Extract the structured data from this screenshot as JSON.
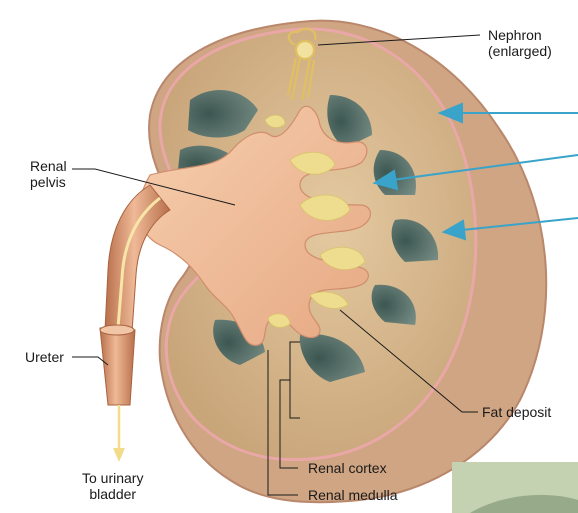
{
  "labels": {
    "nephron": "Nephron\n(enlarged)",
    "renal_pelvis": "Renal\npelvis",
    "ureter": "Ureter",
    "to_bladder": "To urinary\nbladder",
    "fat_deposit": "Fat deposit",
    "renal_cortex": "Renal cortex",
    "renal_medulla": "Renal medulla"
  },
  "colors": {
    "capsule": "#c9936b",
    "cortex": "#d7b98c",
    "pyramid": "#4f6d6a",
    "pelvis": "#f0bd96",
    "fat": "#ecdf93",
    "pointer_arrow": "#3aa3c9",
    "ureter": "#d99a73"
  },
  "icons": [
    "blue-pointer-arrow-icon",
    "ureter-down-arrow-icon"
  ]
}
